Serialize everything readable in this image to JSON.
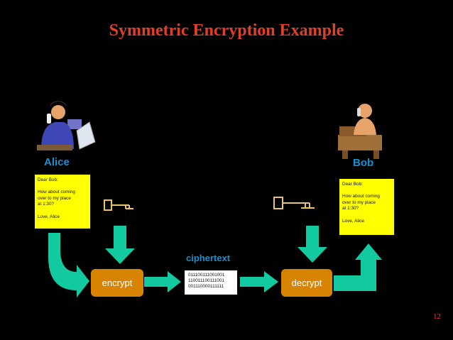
{
  "title": "Symmetric Encryption Example",
  "alice": {
    "name": "Alice"
  },
  "bob": {
    "name": "Bob"
  },
  "plaintext_alice": [
    "Dear Bob:",
    "",
    "How about coming",
    "over to my place",
    "at 1:30?",
    "",
    "Love, Alice"
  ],
  "plaintext_bob": [
    "Dear Bob:",
    "",
    "How about coming",
    "over to my place",
    "at 1:30?",
    "",
    "Love, Alice"
  ],
  "encrypt_label": "encrypt",
  "decrypt_label": "decrypt",
  "ciphertext_label": "ciphertext",
  "ciphertext_lines": [
    "011100111001001",
    "110011100111001",
    "001110000111111"
  ],
  "page_number": "12",
  "colors": {
    "title": "#e0402a",
    "name": "#1a8fd0",
    "arrow": "#13c9a0",
    "process": "#d98400",
    "note": "#ffff00",
    "key": "#e9c46a"
  }
}
